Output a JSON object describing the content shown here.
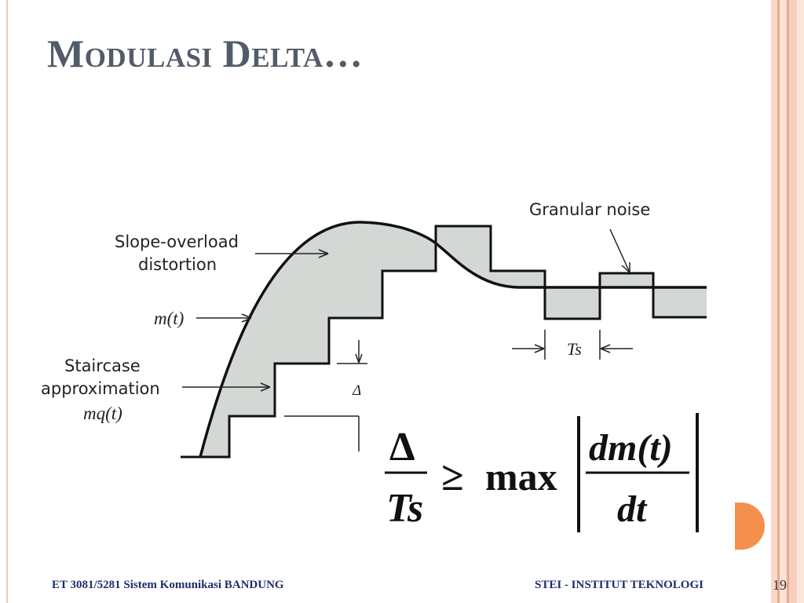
{
  "slide": {
    "title": "Modulasi Delta…",
    "page_number": "19",
    "footer_left": "ET 3081/5281 Sistem Komunikasi BANDUNG",
    "footer_right": "STEI - INSTITUT TEKNOLOGI"
  },
  "diagram": {
    "labels": {
      "slope_overload_line1": "Slope-overload",
      "slope_overload_line2": "distortion",
      "m_t": "m(t)",
      "staircase_line1": "Staircase",
      "staircase_line2": "approximation",
      "mq_t": "mq(t)",
      "granular_noise": "Granular noise",
      "Ts": "Ts",
      "delta": "Δ"
    },
    "formula": {
      "numerator": "Δ",
      "denominator": "Ts",
      "relation": "≥",
      "function": "max",
      "derivative_numerator": "dm(t)",
      "derivative_denominator": "dt"
    }
  },
  "colors": {
    "title": "#525c69",
    "footer": "#1f2d6b",
    "accent_orange": "#f4904d",
    "border_peach": "#f6c6b2",
    "fill_gray": "#d4d8d4"
  }
}
